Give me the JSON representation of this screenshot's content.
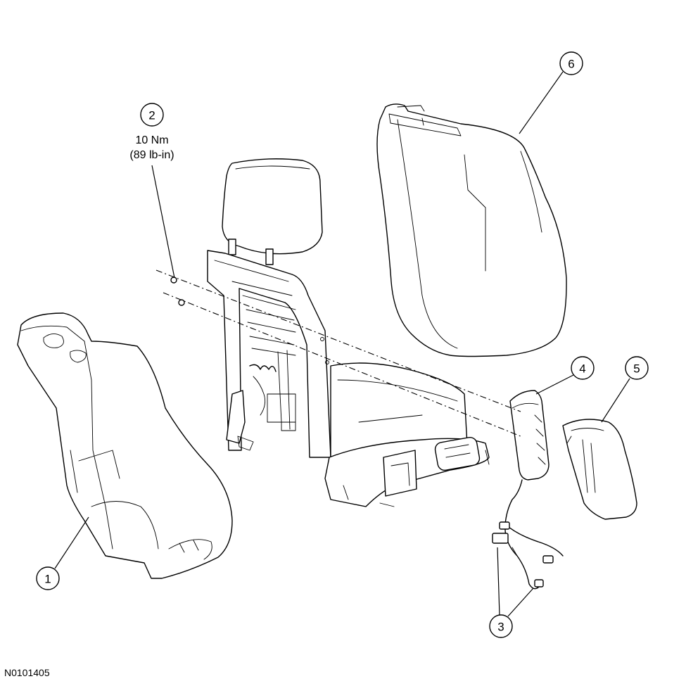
{
  "callouts": [
    {
      "id": "1",
      "label": "1"
    },
    {
      "id": "2",
      "label": "2"
    },
    {
      "id": "3",
      "label": "3"
    },
    {
      "id": "4",
      "label": "4"
    },
    {
      "id": "5",
      "label": "5"
    },
    {
      "id": "6",
      "label": "6"
    }
  ],
  "torque_spec": {
    "metric": "10 Nm",
    "imperial": "(89 lb-in)"
  },
  "figure_id": "N0101405"
}
